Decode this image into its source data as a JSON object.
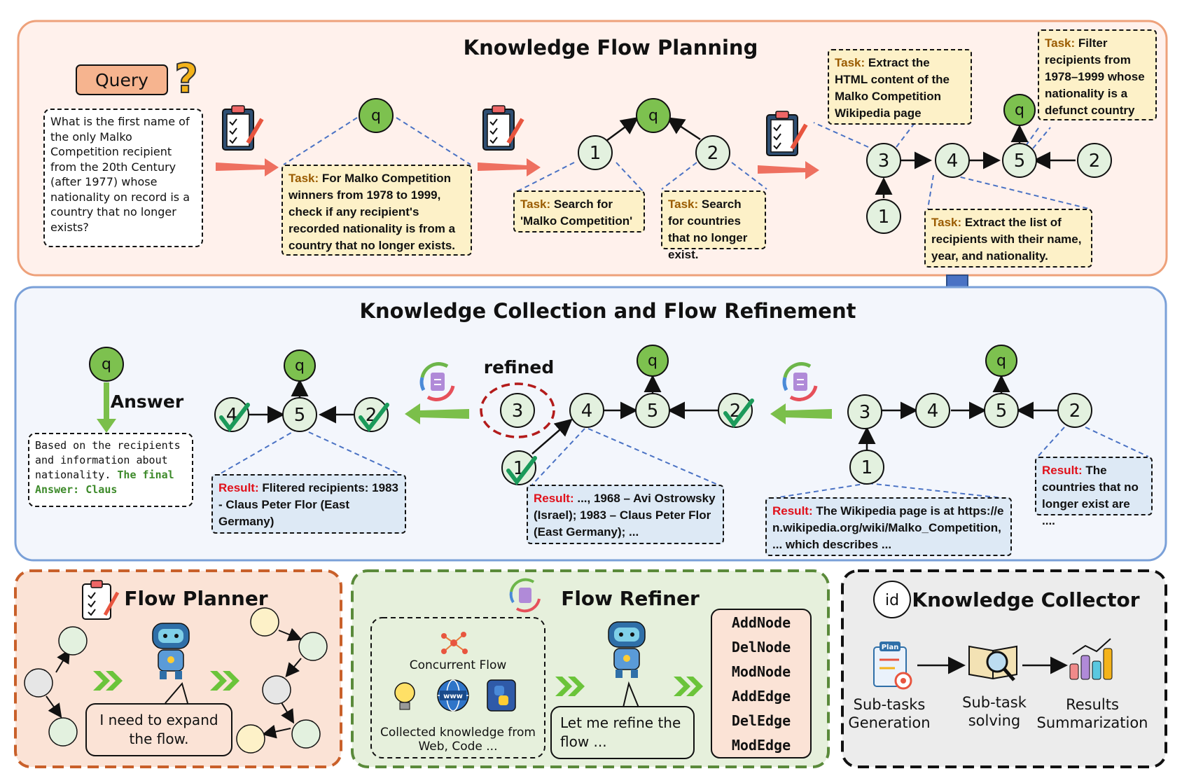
{
  "colors": {
    "planning_border": "#eea17a",
    "planning_bg": "#fff1ec",
    "collection_border": "#7aa0d8",
    "collection_bg": "#f3f6fc",
    "planner_bg": "#fbe3d6",
    "planner_border": "#c9602a",
    "refiner_bg": "#e6f0dc",
    "refiner_border": "#5a8a3a",
    "collector_bg": "#ececec",
    "node_fill": "#e3f1df",
    "q_fill": "#7dc14f",
    "task_bg": "#fdf1c8",
    "result_bg": "#dde9f5",
    "arrow_red": "#ee7060",
    "arrow_green": "#7bbf4a"
  },
  "planning": {
    "title": "Knowledge Flow Planning",
    "query_label": "Query",
    "question_mark": "?",
    "query_text": "What is the first name of the only Malko Competition recipient from the 20th Century (after 1977) whose nationality on record is a country that no longer exists?",
    "task_label": "Task:",
    "task_main": "For Malko Competition winners from 1978 to 1999, check if any recipient's recorded nationality is from a country that no longer exists.",
    "task_search_malko": "Search for 'Malko Competition'",
    "task_search_countries": "Search for countries that no longer exist.",
    "task_extract_html": "Extract the HTML content of the Malko Competition Wikipedia page",
    "task_filter": "Filter recipients from 1978–1999 whose nationality is a defunct country",
    "task_extract_list": "Extract the list of recipients with their name, year, and nationality."
  },
  "collection": {
    "title": "Knowledge Collection and Flow Refinement",
    "answer_label": "Answer",
    "refined_label": "refined",
    "answer_text_prefix": "Based on the recipients and information about nationality.",
    "answer_text_final": "The final Answer: Claus",
    "result_label": "Result:",
    "result_filtered": "Flitered recipients: 1983 - Claus Peter Flor (East Germany)",
    "result_list": "..., 1968 – Avi Ostrowsky (Israel); 1983 – Claus Peter Flor (East Germany); ...",
    "result_wiki": "The Wikipedia page is at https://en.wikipedia.org/wiki/Malko_Competition, ... which describes ...",
    "result_countries": "The countries that no longer exist are ...."
  },
  "nodes": {
    "q": "q",
    "n1": "1",
    "n2": "2",
    "n3": "3",
    "n4": "4",
    "n5": "5"
  },
  "planner": {
    "title": "Flow Planner",
    "speech": "I need to expand the flow."
  },
  "refiner": {
    "title": "Flow Refiner",
    "concurrent_flow": "Concurrent Flow",
    "collected": "Collected knowledge from Web, Code ...",
    "speech": "Let me refine the flow ...",
    "ops": [
      "AddNode",
      "DelNode",
      "ModNode",
      "AddEdge",
      "DelEdge",
      "ModEdge"
    ]
  },
  "collector": {
    "title": "Knowledge Collector",
    "id_badge": "id",
    "plan_badge": "Plan",
    "www_badge": "www",
    "steps": [
      "Sub-tasks Generation",
      "Sub-task solving",
      "Results Summarization"
    ]
  }
}
